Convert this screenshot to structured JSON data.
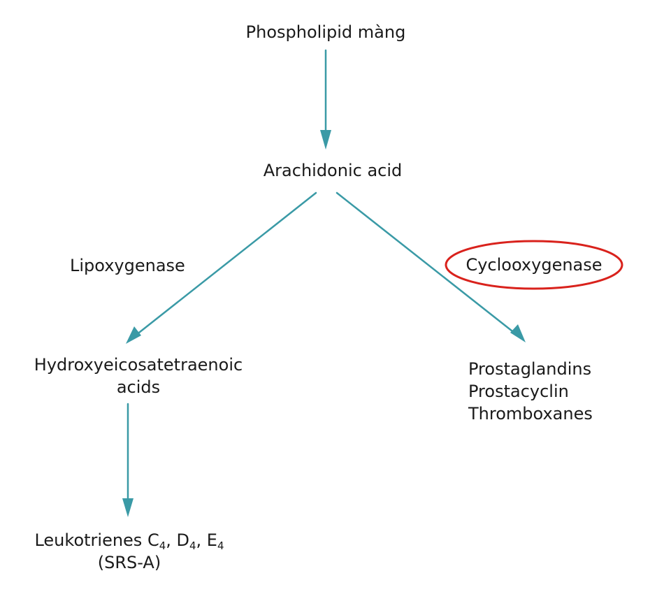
{
  "colors": {
    "arrow": "#3a9aa6",
    "highlight": "#d9221c",
    "text": "#1a1a1a"
  },
  "nodes": {
    "phospholipid": "Phospholipid màng",
    "arachidonic": "Arachidonic acid",
    "hete": {
      "line1": "Hydroxyeicosatetraenoic",
      "line2": "acids"
    },
    "leukotrienes": {
      "prefix": "Leukotrienes C",
      "sub1": "4",
      "mid1": ", D",
      "sub2": "4",
      "mid2": ", E",
      "sub3": "4",
      "line2": "(SRS-A)"
    },
    "prostanoids": {
      "line1": "Prostaglandins",
      "line2": "Prostacyclin",
      "line3": "Thromboxanes"
    }
  },
  "enzymes": {
    "lipoxygenase": "Lipoxygenase",
    "cyclooxygenase": "Cyclooxygenase"
  }
}
